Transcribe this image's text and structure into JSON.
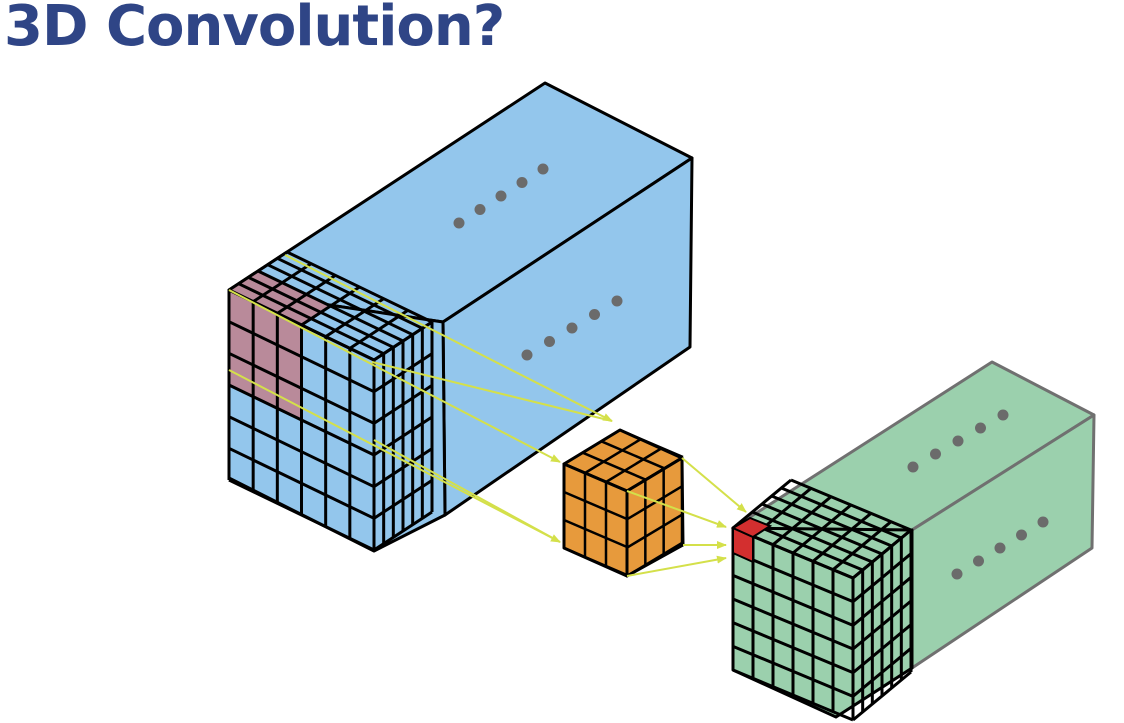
{
  "slide": {
    "title": "3D Convolution?"
  },
  "colors": {
    "title": "#2f4586",
    "input_volume": "#93c6ec",
    "receptive_field": "#b98a9a",
    "kernel": "#e79a3c",
    "output_volume": "#9bd0ad",
    "output_cell": "#d32f2f",
    "arrows": "#d4e04a",
    "dots": "#6b6b6b"
  },
  "diagram": {
    "input_volume": {
      "name": "input-volume",
      "grid_size": 6
    },
    "kernel": {
      "name": "kernel-cube",
      "grid_size": 3
    },
    "output_volume": {
      "name": "output-volume",
      "grid_size": 6
    },
    "continuation_dots": 5
  }
}
